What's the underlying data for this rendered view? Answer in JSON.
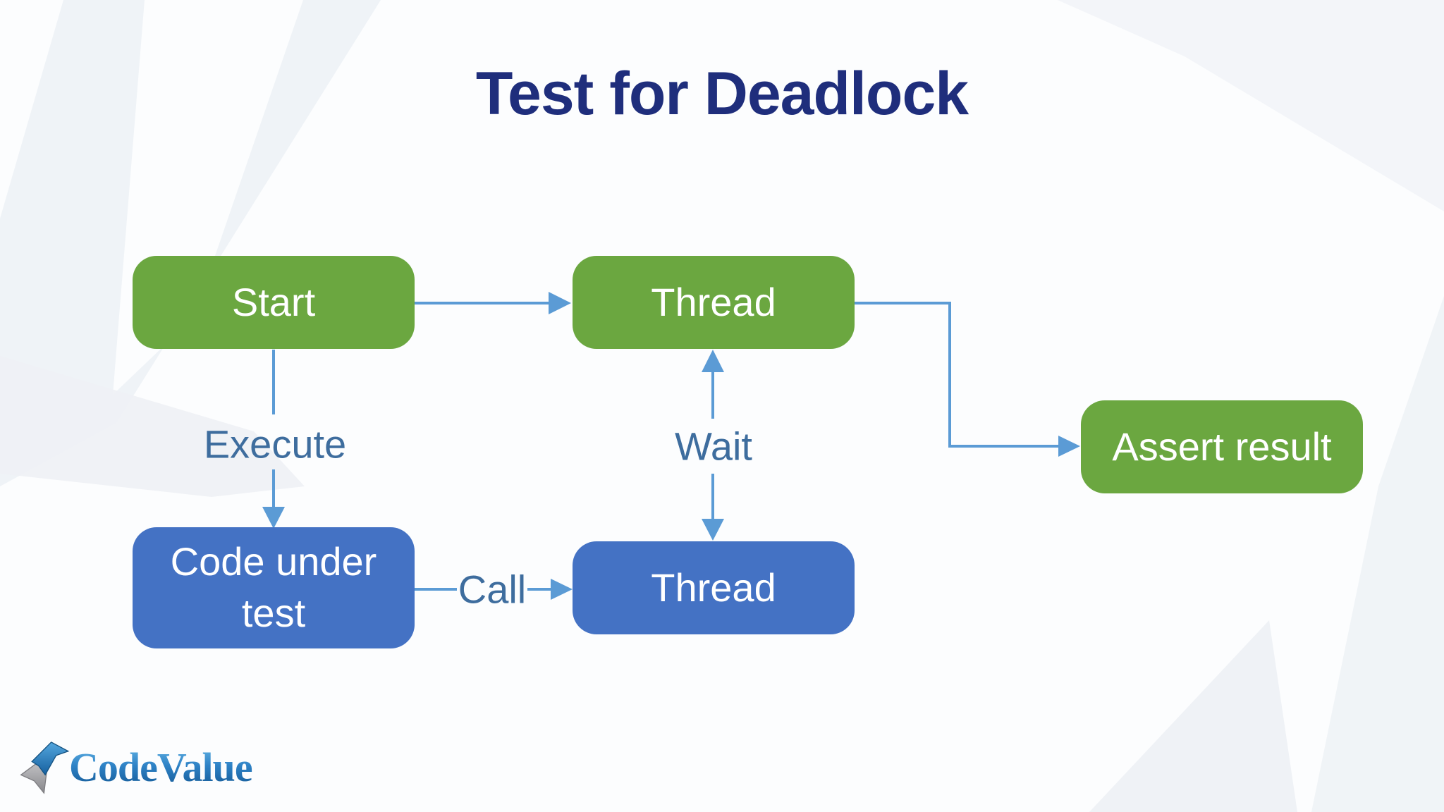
{
  "slide": {
    "title": "Test for Deadlock"
  },
  "diagram": {
    "nodes": [
      {
        "id": "start",
        "label": "Start",
        "fill": "#6ba740",
        "text_color": "#ffffff"
      },
      {
        "id": "thread-top",
        "label": "Thread",
        "fill": "#6ba740",
        "text_color": "#ffffff"
      },
      {
        "id": "assert-result",
        "label": "Assert result",
        "fill": "#6ba740",
        "text_color": "#ffffff"
      },
      {
        "id": "code-under-test",
        "label": "Code under test",
        "fill": "#4472c4",
        "text_color": "#ffffff"
      },
      {
        "id": "thread-bottom",
        "label": "Thread",
        "fill": "#4472c4",
        "text_color": "#ffffff"
      }
    ],
    "edges": [
      {
        "from": "start",
        "to": "thread-top",
        "label": "",
        "direction": "right"
      },
      {
        "from": "start",
        "to": "code-under-test",
        "label": "Execute",
        "direction": "down"
      },
      {
        "from": "code-under-test",
        "to": "thread-bottom",
        "label": "Call",
        "direction": "right"
      },
      {
        "from": "thread-top",
        "to": "thread-bottom",
        "label": "Wait",
        "direction": "both-vertical"
      },
      {
        "from": "thread-top",
        "to": "assert-result",
        "label": "",
        "direction": "elbow-right-down-right"
      }
    ]
  },
  "logo": {
    "text": "CodeValue"
  },
  "colors": {
    "title": "#1f2e7c",
    "node_green": "#6ba740",
    "node_blue": "#4472c4",
    "connector": "#5b9bd5",
    "edge_label": "#3e6d9e",
    "background": "#fcfdfe",
    "watermark": "#ebeff4"
  }
}
